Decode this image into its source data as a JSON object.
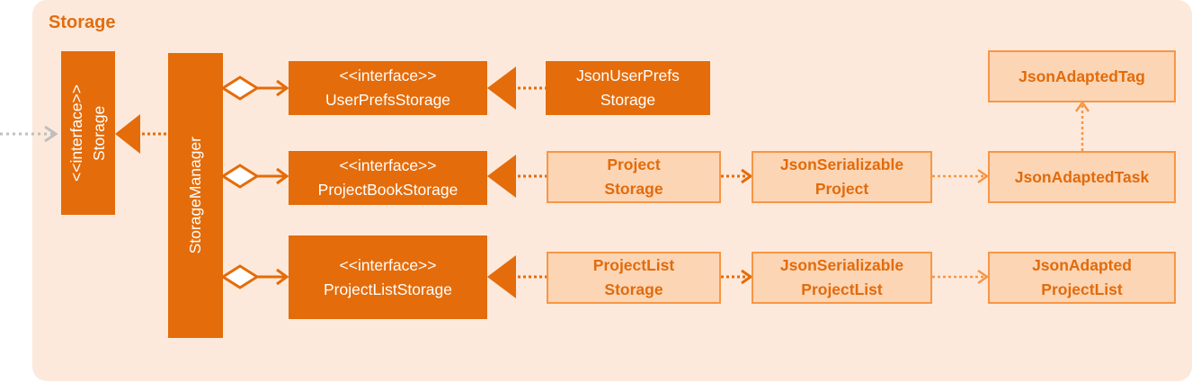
{
  "package": {
    "title": "Storage"
  },
  "classes": {
    "storage_interface": {
      "stereotype": "<<interface>>",
      "name": "Storage"
    },
    "storage_manager": {
      "name": "StorageManager"
    },
    "user_prefs_storage": {
      "stereotype": "<<interface>>",
      "name": "UserPrefsStorage"
    },
    "project_book_storage": {
      "stereotype": "<<interface>>",
      "name": "ProjectBookStorage"
    },
    "project_list_storage": {
      "stereotype": "<<interface>>",
      "name": "ProjectListStorage"
    },
    "json_user_prefs_storage": {
      "line1": "JsonUserPrefs",
      "line2": "Storage"
    },
    "project_storage": {
      "line1": "Project",
      "line2": "Storage"
    },
    "json_serializable_project": {
      "line1": "JsonSerializable",
      "line2": "Project"
    },
    "json_adapted_task": {
      "name": "JsonAdaptedTask"
    },
    "json_adapted_tag": {
      "name": "JsonAdaptedTag"
    },
    "project_list_storage_impl": {
      "line1": "ProjectList",
      "line2": "Storage"
    },
    "json_serializable_project_list": {
      "line1": "JsonSerializable",
      "line2": "ProjectList"
    },
    "json_adapted_project_list": {
      "line1": "JsonAdapted",
      "line2": "ProjectList"
    }
  },
  "colors": {
    "package_fill": "#fde9db",
    "solid_fill": "#e46c0a",
    "light_fill": "#fcd5b5",
    "light_border": "#f79646",
    "title_text": "#e26d0f",
    "external_arrow": "#bfbfbf"
  }
}
